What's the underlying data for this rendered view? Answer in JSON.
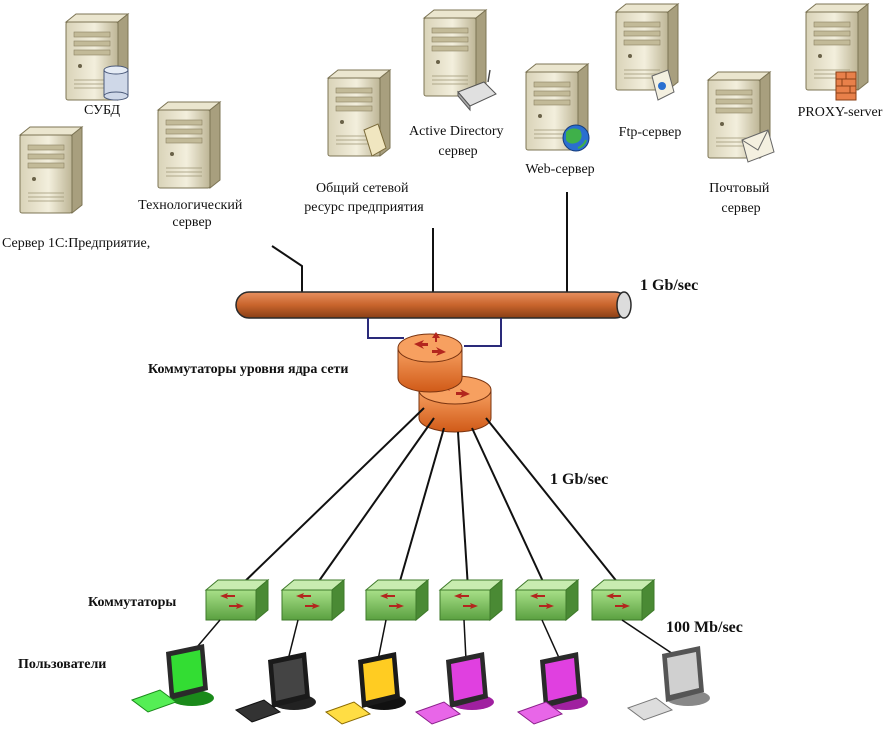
{
  "servers": [
    {
      "label_lines": [
        "СУБД"
      ],
      "icon": "database-icon"
    },
    {
      "label_lines": [
        "Сервер 1С:Предприятие,"
      ],
      "icon": "server-icon"
    },
    {
      "label_lines": [
        "Технологический",
        "сервер"
      ],
      "icon": "server-icon"
    },
    {
      "label_lines": [
        "Общий сетевой",
        "ресурс предприятия"
      ],
      "icon": "folder-icon"
    },
    {
      "label_lines": [
        "Active Directory",
        "сервер"
      ],
      "icon": "directory-icon"
    },
    {
      "label_lines": [
        "Web-сервер"
      ],
      "icon": "globe-icon"
    },
    {
      "label_lines": [
        "Ftp-сервер"
      ],
      "icon": "ftp-icon"
    },
    {
      "label_lines": [
        "Почтовый",
        "сервер"
      ],
      "icon": "mail-icon"
    },
    {
      "label_lines": [
        "PROXY-server"
      ],
      "icon": "firewall-icon"
    }
  ],
  "backbone": {
    "speed": "1 Gb/sec",
    "color": "#c8642c"
  },
  "core": {
    "label": "Коммутаторы уровня ядра сети",
    "color": "#e87830"
  },
  "uplink": {
    "speed": "1 Gb/sec"
  },
  "switches": {
    "label": "Коммутаторы",
    "count": 6,
    "color": "#5cb85c"
  },
  "users": {
    "label": "Пользователи",
    "speed": "100 Mb/sec",
    "colors": [
      "#33dd33",
      "#444444",
      "#ffcc22",
      "#e040e0",
      "#e040e0",
      "#d0d0d0"
    ]
  }
}
